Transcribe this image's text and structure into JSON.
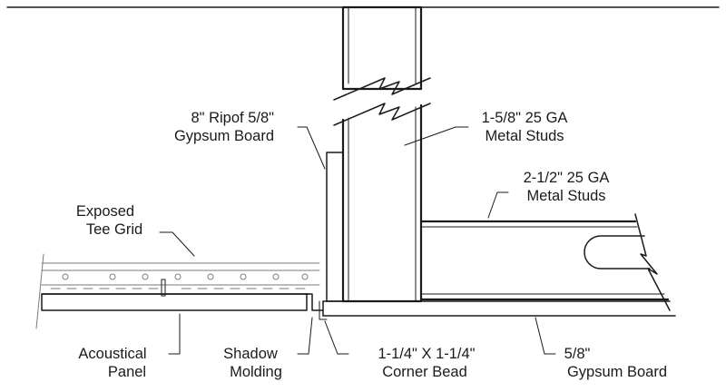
{
  "labels": {
    "ripof_1": "8\" Ripof 5/8\"",
    "ripof_2": "Gypsum Board",
    "studs_158_1": "1-5/8\" 25 GA",
    "studs_158_2": "Metal Studs",
    "studs_212_1": "2-1/2\" 25 GA",
    "studs_212_2": "Metal Studs",
    "tee_grid_1": "Exposed",
    "tee_grid_2": "Tee Grid",
    "acoustical_1": "Acoustical",
    "acoustical_2": "Panel",
    "shadow_1": "Shadow",
    "shadow_2": "Molding",
    "corner_1": "1-1/4\" X 1-1/4\"",
    "corner_2": "Corner Bead",
    "gypsum_1": "5/8\"",
    "gypsum_2": "Gypsum Board"
  }
}
